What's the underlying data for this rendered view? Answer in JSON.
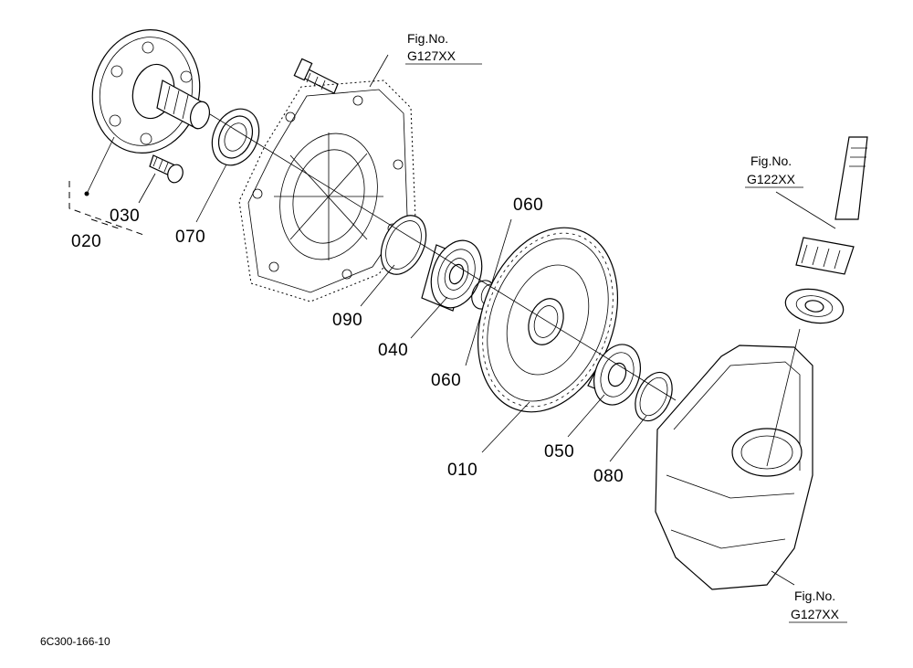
{
  "diagram": {
    "part_labels": {
      "p010": "010",
      "p020": "020",
      "p030": "030",
      "p040": "040",
      "p050": "050",
      "p060a": "060",
      "p060b": "060",
      "p070": "070",
      "p080": "080",
      "p090": "090"
    },
    "figure_refs": {
      "top": {
        "line1": "Fig.No.",
        "line2": "G127XX"
      },
      "right": {
        "line1": "Fig.No.",
        "line2": "G122XX"
      },
      "bottom": {
        "line1": "Fig.No.",
        "line2": "G127XX"
      }
    },
    "drawing_code": "6C300-166-10"
  }
}
